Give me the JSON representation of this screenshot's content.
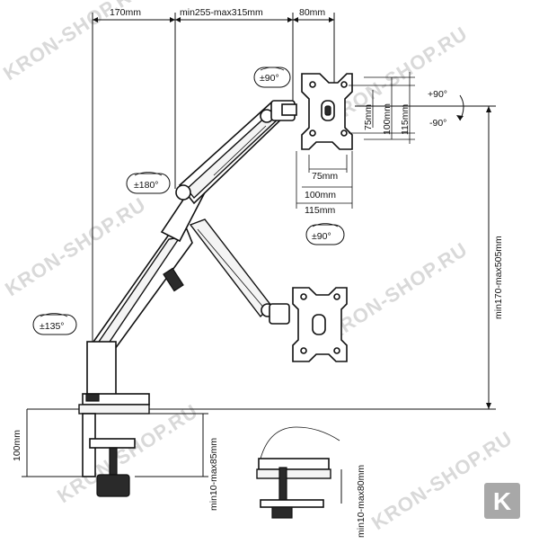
{
  "dimensions": {
    "top_left": "170mm",
    "top_mid": "min255-max315mm",
    "top_right": "80mm",
    "vesa_75_h": "75mm",
    "vesa_100_h": "100mm",
    "vesa_115_h": "115mm",
    "vesa_75_w": "75mm",
    "vesa_100_w": "100mm",
    "vesa_115_w": "115mm",
    "height_range": "min170-max505mm",
    "base_height": "100mm",
    "clamp_range": "min10-max85mm",
    "grommet_range": "min10-max80mm"
  },
  "rotations": {
    "head_swivel": "±90°",
    "elbow": "±180°",
    "base": "±135°",
    "rotate_pill": "±90°",
    "tilt_up": "+90°",
    "tilt_down": "-90°"
  },
  "watermark": "KRON-SHOP.RU",
  "badge": "K",
  "colors": {
    "badge_bg": "#a8a8a8",
    "watermark": "#d9d9d9",
    "line": "#111111"
  }
}
